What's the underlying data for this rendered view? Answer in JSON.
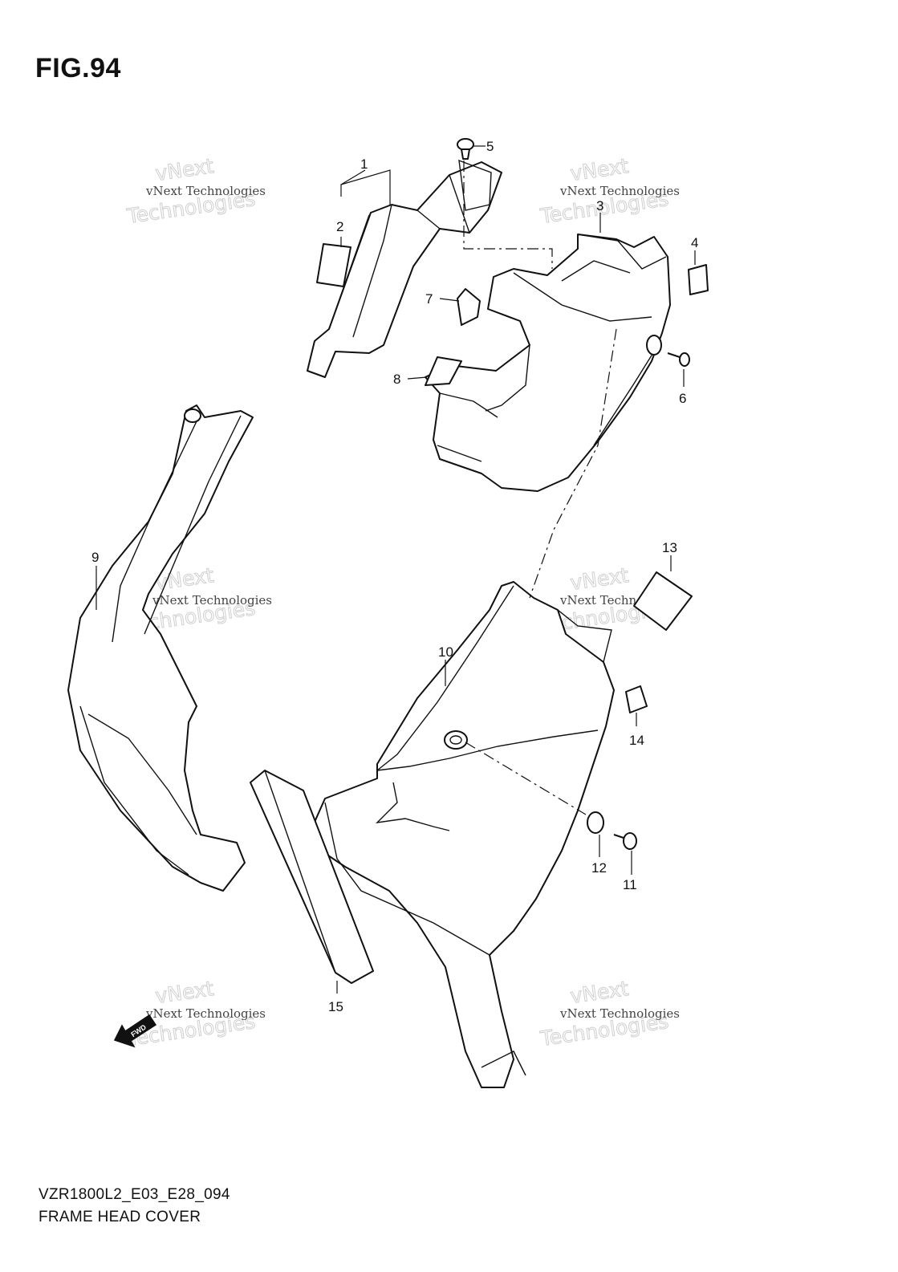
{
  "figure": {
    "title": "FIG.94"
  },
  "footer": {
    "model_code": "VZR1800L2_E03_E28_094",
    "caption": "FRAME HEAD COVER"
  },
  "watermark": {
    "line1": "vNext Technologies",
    "line2": "vNext",
    "line3": "Technologies"
  },
  "callouts": [
    "1",
    "2",
    "3",
    "4",
    "5",
    "6",
    "7",
    "8",
    "9",
    "10",
    "11",
    "12",
    "13",
    "14",
    "15"
  ],
  "fwd_label": "FWD"
}
